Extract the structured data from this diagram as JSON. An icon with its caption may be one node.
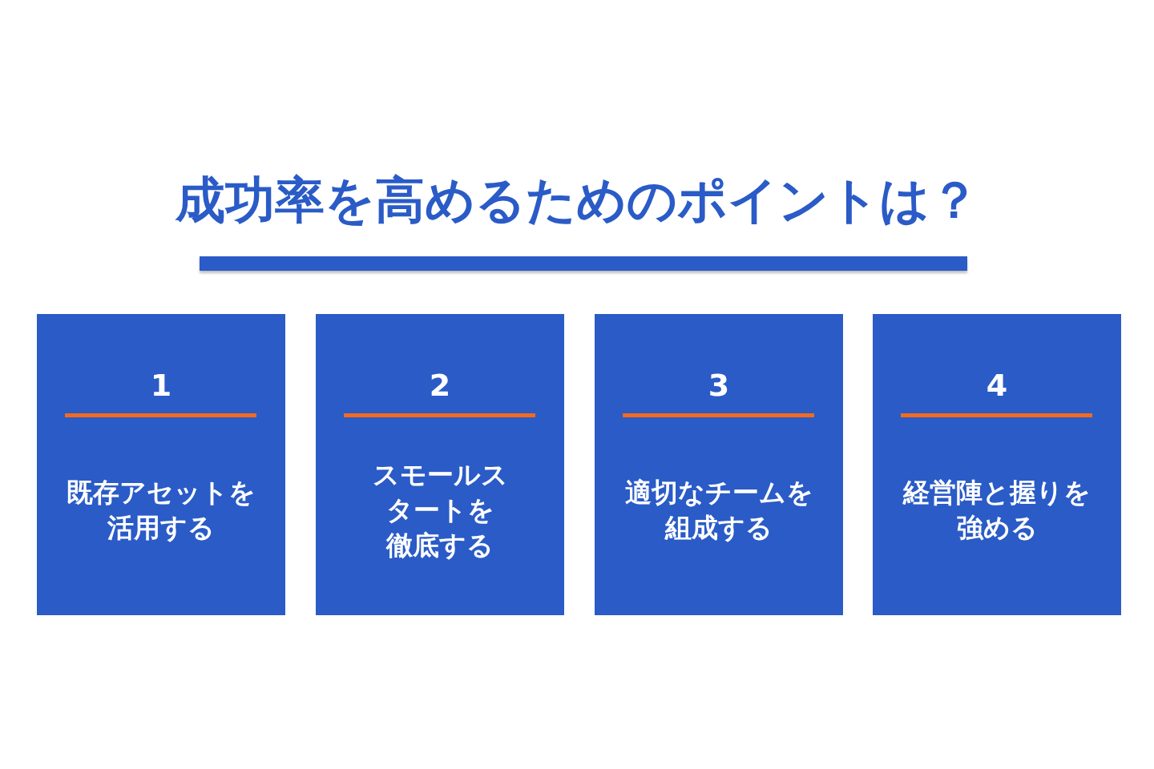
{
  "diagram": {
    "title": "成功率を高めるためのポイントは？",
    "nodes": [
      {
        "text": [],
        "shape": "bar"
      },
      {
        "text": [
          "1",
          "既存アセットを活用する"
        ]
      },
      {
        "text": [
          "2",
          "スモールスタートを徹底する"
        ]
      },
      {
        "text": [
          "3",
          "適切なチームを組成する"
        ]
      },
      {
        "text": [
          "4",
          "経営陣と握りを強める"
        ]
      }
    ]
  }
}
